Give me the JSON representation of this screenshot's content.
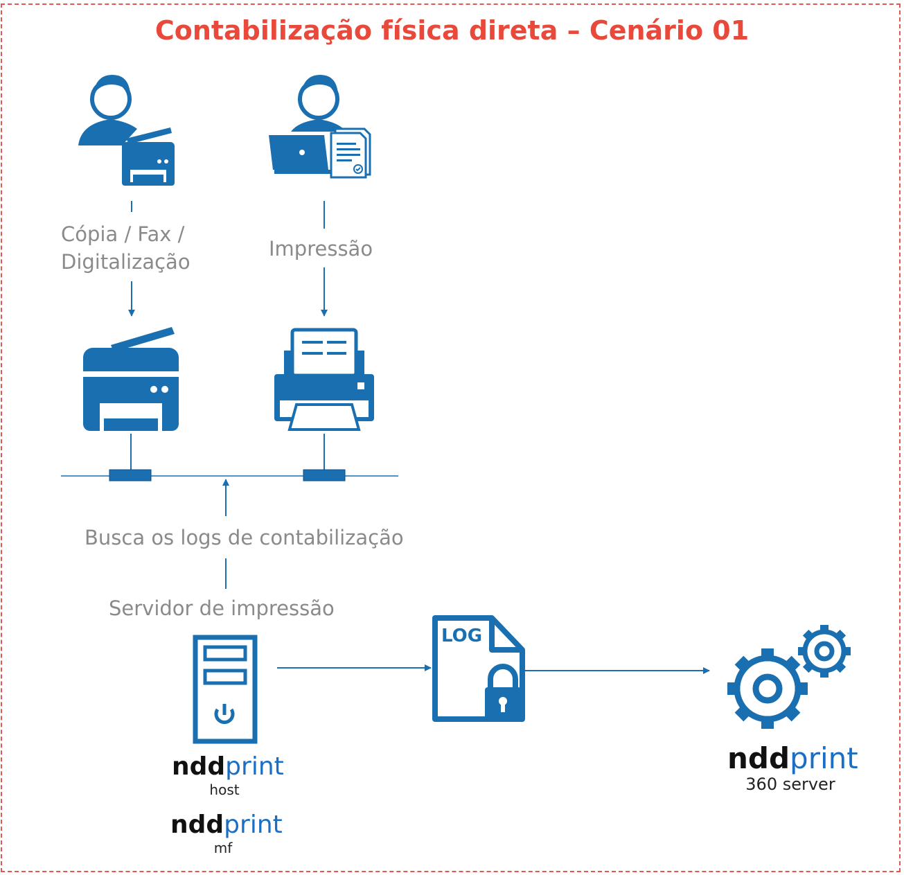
{
  "title": "Contabilização física direta – Cenário 01",
  "labels": {
    "copy_fax_scan_line1": "Cópia / Fax /",
    "copy_fax_scan_line2": "Digitalização",
    "print": "Impressão",
    "fetch_logs": "Busca os logs de contabilização",
    "print_server": "Servidor de impressão",
    "log_badge": "LOG"
  },
  "brands": {
    "host": {
      "ndd": "ndd",
      "print": "print",
      "sub": "host"
    },
    "mf": {
      "ndd": "ndd",
      "print": "print",
      "sub": "mf"
    },
    "server": {
      "ndd": "ndd",
      "print": "print",
      "sub": "360 server"
    }
  },
  "icons": [
    "user-copier-icon",
    "user-laptop-document-icon",
    "multifunction-printer-icon",
    "printer-icon",
    "network-port-icon",
    "server-tower-icon",
    "log-file-lock-icon",
    "gears-icon"
  ],
  "colors": {
    "accent": "#1a6fb0",
    "title": "#e8493a",
    "label": "#8a8a8a",
    "frame": "#e8554e",
    "brand_print": "#1a6fc4"
  }
}
